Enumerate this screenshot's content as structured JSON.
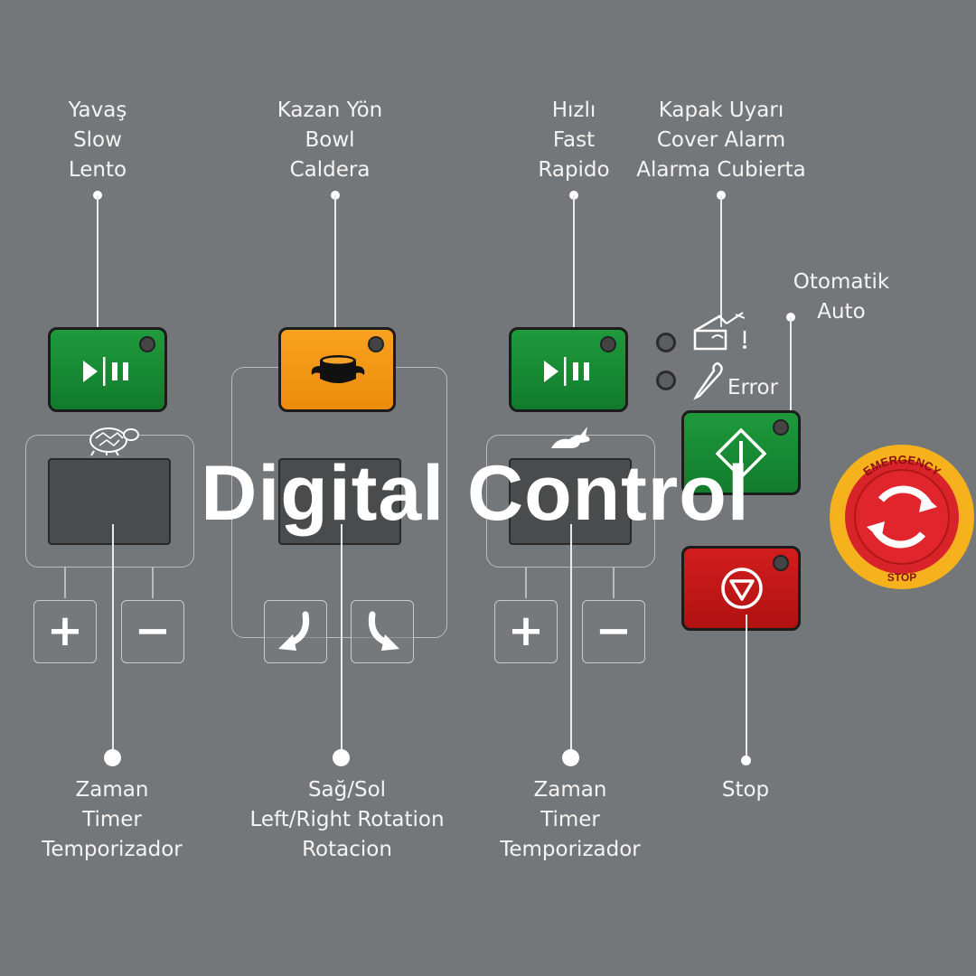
{
  "title": "Digital Control",
  "labels": {
    "slow": [
      "Yavaş",
      "Slow",
      "Lento"
    ],
    "bowl": [
      "Kazan Yön",
      "Bowl",
      "Caldera"
    ],
    "fast": [
      "Hızlı",
      "Fast",
      "Rapido"
    ],
    "cover": [
      "Kapak Uyarı",
      "Cover Alarm",
      "Alarma  Cubierta"
    ],
    "auto": [
      "Otomatik",
      "Auto"
    ],
    "error": "Error",
    "timer_left": [
      "Zaman",
      "Timer",
      "Temporizador"
    ],
    "rotation": [
      "Sağ/Sol",
      "Left/Right Rotation",
      "Rotacion"
    ],
    "timer_right": [
      "Zaman",
      "Timer",
      "Temporizador"
    ],
    "stop": "Stop"
  },
  "keys": {
    "plus": "+",
    "minus": "−"
  },
  "emergency": {
    "top_text": "EMERGENCY",
    "bottom_text": "STOP"
  },
  "colors": {
    "green": "#1e9a3c",
    "orange": "#f79a18",
    "red": "#c81818",
    "yellow": "#f5b21c",
    "background": "#747779"
  },
  "icons": [
    "play-pause-icon",
    "bowl-icon",
    "turtle-icon",
    "rabbit-icon",
    "cover-alarm-icon",
    "error-icon",
    "auto-start-icon",
    "stop-icon",
    "rotate-left-icon",
    "rotate-right-icon",
    "emergency-stop-icon"
  ]
}
